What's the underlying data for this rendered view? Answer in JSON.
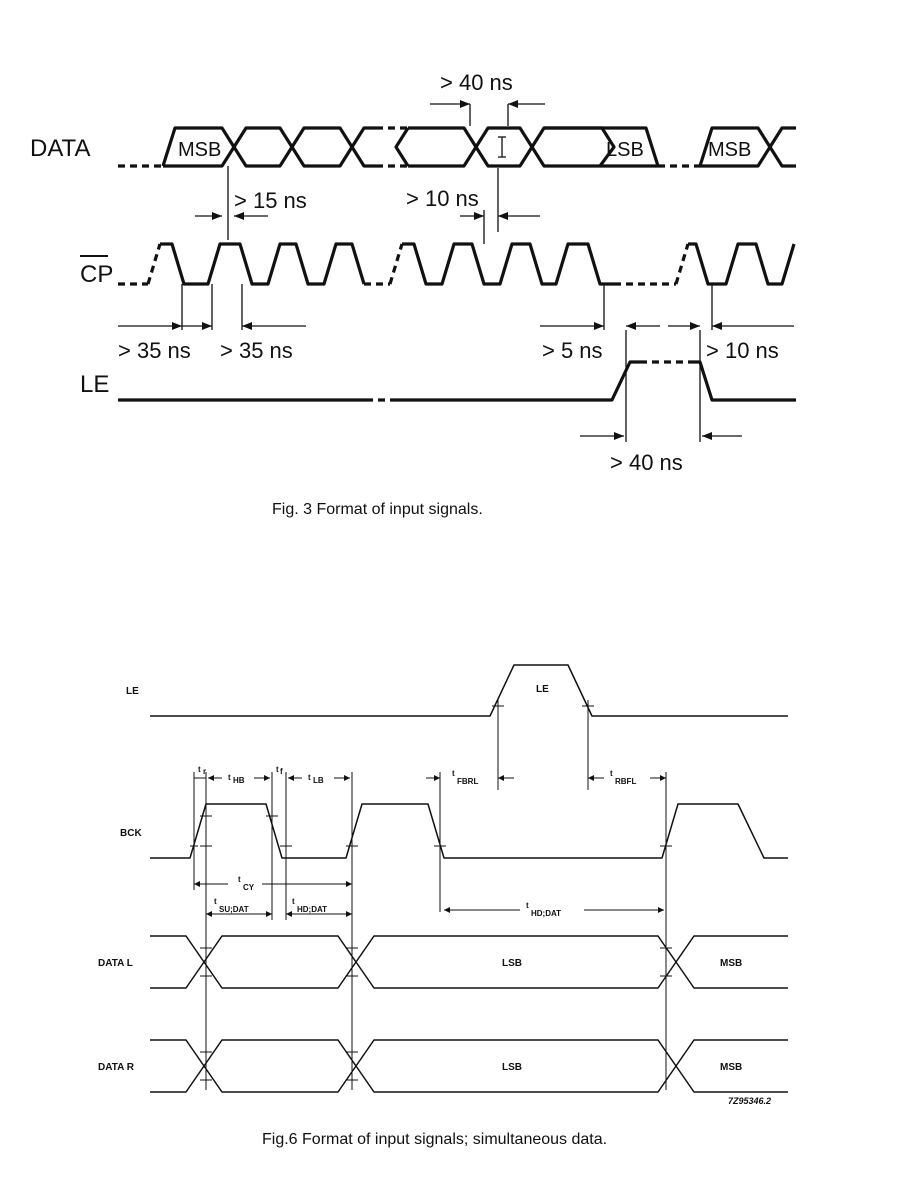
{
  "fig3": {
    "caption": "Fig. 3  Format of input signals.",
    "signals": {
      "data": "DATA",
      "cp": "CP",
      "le": "LE"
    },
    "data_labels": {
      "msb1": "MSB",
      "lsb": "LSB",
      "msb2": "MSB"
    },
    "timings": {
      "t40top": "> 40 ns",
      "t15": "> 15 ns",
      "t10a": "> 10 ns",
      "t35a": "> 35 ns",
      "t35b": "> 35 ns",
      "t5": "> 5 ns",
      "t10b": "> 10 ns",
      "t40bot": "> 40 ns"
    }
  },
  "fig6": {
    "caption": "Fig.6  Format of input signals; simultaneous data.",
    "signals": {
      "le": "LE",
      "bck": "BCK",
      "datal": "DATA L",
      "datar": "DATA R"
    },
    "pulse_label": "LE",
    "timing_labels": {
      "tr": "r",
      "thb": "HB",
      "tf": "f",
      "tlb": "LB",
      "tfbrl": "FBRL",
      "trbfl": "RBFL",
      "tcy": "CY",
      "tsu": "SU;DAT",
      "thd1": "HD;DAT",
      "thd2": "HD;DAT",
      "t_prefix": "t"
    },
    "data_labels": {
      "l_lsb": "LSB",
      "l_msb": "MSB",
      "r_lsb": "LSB",
      "r_msb": "MSB"
    },
    "code": "7Z95346.2"
  }
}
